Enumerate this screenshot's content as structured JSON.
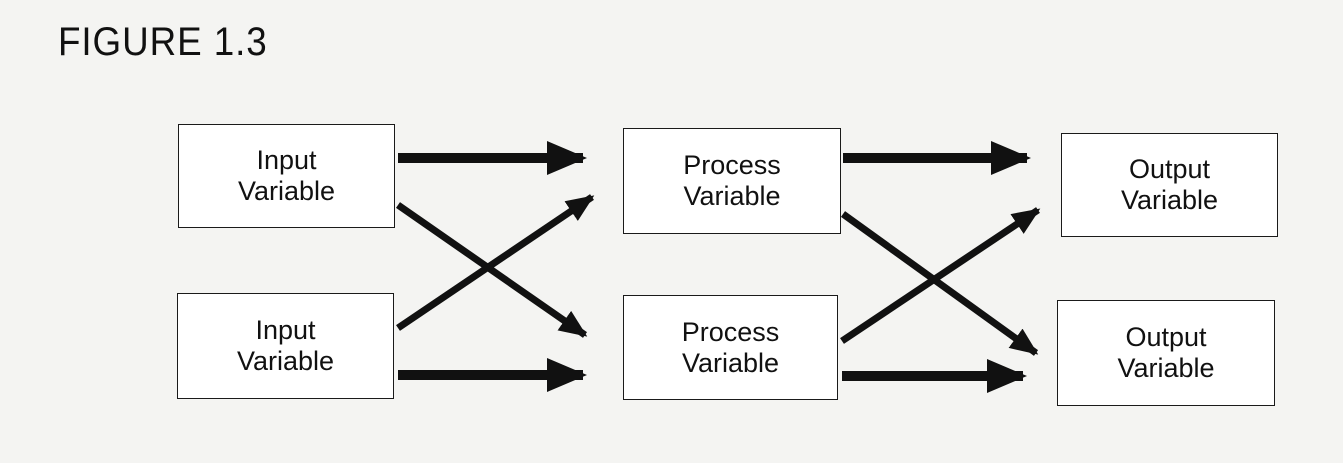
{
  "figure": {
    "title": "FIGURE 1.3"
  },
  "nodes": {
    "input_1": {
      "line1": "Input",
      "line2": "Variable"
    },
    "input_2": {
      "line1": "Input",
      "line2": "Variable"
    },
    "process_1": {
      "line1": "Process",
      "line2": "Variable"
    },
    "process_2": {
      "line1": "Process",
      "line2": "Variable"
    },
    "output_1": {
      "line1": "Output",
      "line2": "Variable"
    },
    "output_2": {
      "line1": "Output",
      "line2": "Variable"
    }
  },
  "edges": [
    {
      "from": "input_1",
      "to": "process_1"
    },
    {
      "from": "input_1",
      "to": "process_2"
    },
    {
      "from": "input_2",
      "to": "process_1"
    },
    {
      "from": "input_2",
      "to": "process_2"
    },
    {
      "from": "process_1",
      "to": "output_1"
    },
    {
      "from": "process_1",
      "to": "output_2"
    },
    {
      "from": "process_2",
      "to": "output_1"
    },
    {
      "from": "process_2",
      "to": "output_2"
    }
  ],
  "colors": {
    "ink": "#111111",
    "background": "#f4f4f2"
  }
}
